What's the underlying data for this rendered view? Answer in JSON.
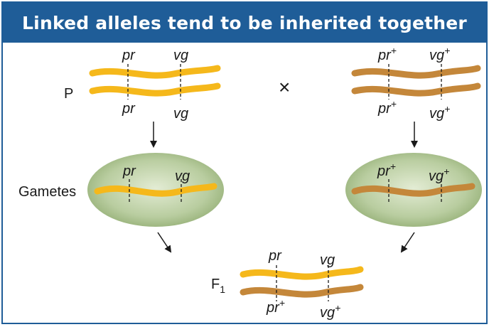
{
  "title": "Linked alleles tend to be inherited together",
  "labels": {
    "parental": "P",
    "gametes": "Gametes",
    "f1_letter": "F",
    "f1_sub": "1",
    "cross": "×"
  },
  "alleles": {
    "pr": "pr",
    "vg": "vg",
    "plus": "+"
  },
  "colors": {
    "header": "#1f5d98",
    "recessive_chromosome": "#f5b81b",
    "dominant_chromosome": "#c4873a",
    "gamete_fill": "#aac08e",
    "arrow": "#1a1a1a"
  }
}
